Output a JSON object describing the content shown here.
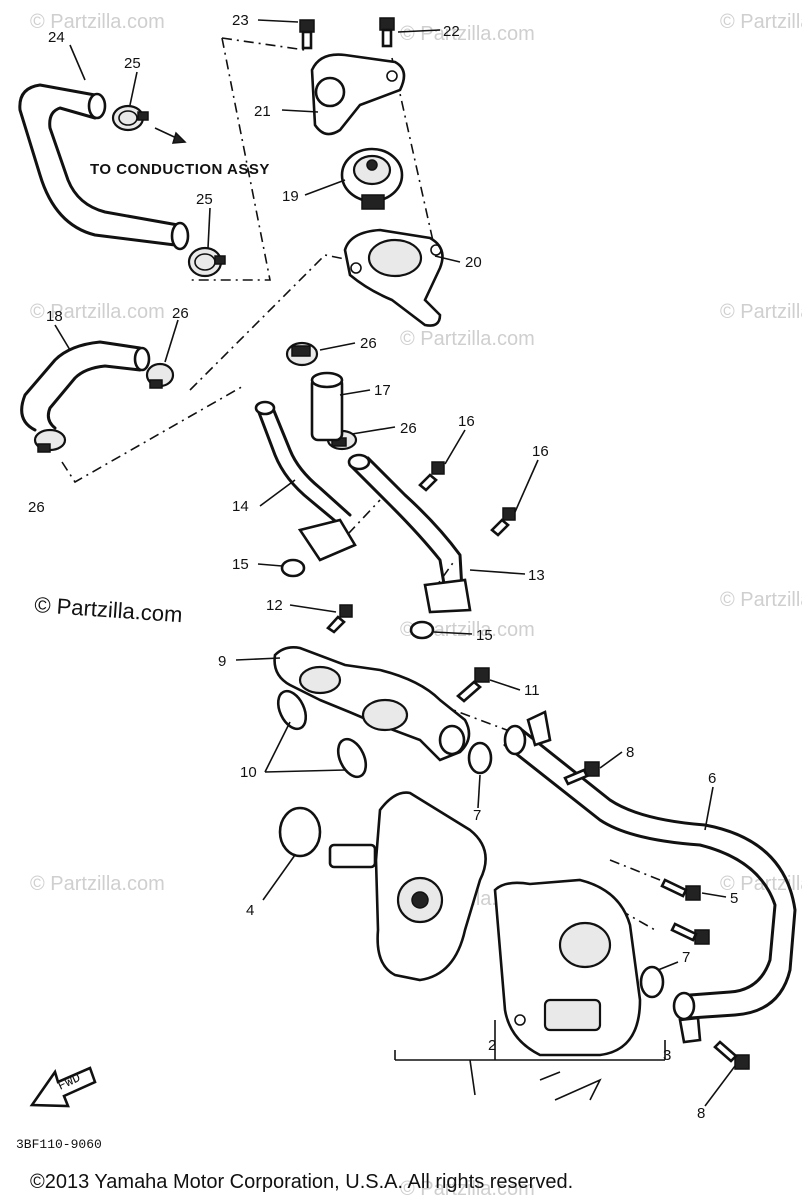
{
  "diagram": {
    "note_text": "TO CONDUCTION ASSY",
    "drawing_code": "3BF110-9060",
    "front_mark": "FWD",
    "watermark": "© Partzilla.com",
    "watermark_faint": "© Partzilla.com",
    "copyright": "©2013 Yamaha Motor Corporation, U.S.A. All rights reserved.",
    "callouts": [
      {
        "id": "23",
        "label": "23"
      },
      {
        "id": "22",
        "label": "22"
      },
      {
        "id": "24",
        "label": "24"
      },
      {
        "id": "25a",
        "label": "25"
      },
      {
        "id": "25b",
        "label": "25"
      },
      {
        "id": "21",
        "label": "21"
      },
      {
        "id": "19",
        "label": "19"
      },
      {
        "id": "20",
        "label": "20"
      },
      {
        "id": "18",
        "label": "18"
      },
      {
        "id": "26a",
        "label": "26"
      },
      {
        "id": "26b",
        "label": "26"
      },
      {
        "id": "26c",
        "label": "26"
      },
      {
        "id": "26d",
        "label": "26"
      },
      {
        "id": "17",
        "label": "17"
      },
      {
        "id": "16a",
        "label": "16"
      },
      {
        "id": "16b",
        "label": "16"
      },
      {
        "id": "14",
        "label": "14"
      },
      {
        "id": "13",
        "label": "13"
      },
      {
        "id": "15a",
        "label": "15"
      },
      {
        "id": "15b",
        "label": "15"
      },
      {
        "id": "12",
        "label": "12"
      },
      {
        "id": "9",
        "label": "9"
      },
      {
        "id": "11",
        "label": "11"
      },
      {
        "id": "10",
        "label": "10"
      },
      {
        "id": "8a",
        "label": "8"
      },
      {
        "id": "8b",
        "label": "8"
      },
      {
        "id": "7a",
        "label": "7"
      },
      {
        "id": "7b",
        "label": "7"
      },
      {
        "id": "6",
        "label": "6"
      },
      {
        "id": "5",
        "label": "5"
      },
      {
        "id": "4",
        "label": "4"
      },
      {
        "id": "2",
        "label": "2"
      },
      {
        "id": "3",
        "label": "3"
      }
    ]
  }
}
